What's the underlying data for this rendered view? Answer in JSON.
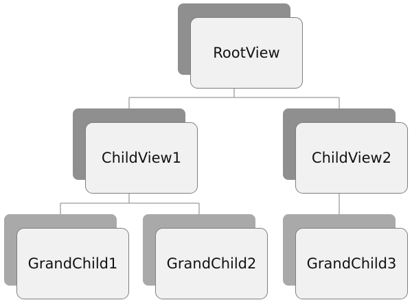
{
  "nodes": {
    "root": "RootView",
    "child1": "ChildView1",
    "child2": "ChildView2",
    "grandchild1": "GrandChild1",
    "grandchild2": "GrandChild2",
    "grandchild3": "GrandChild3"
  }
}
